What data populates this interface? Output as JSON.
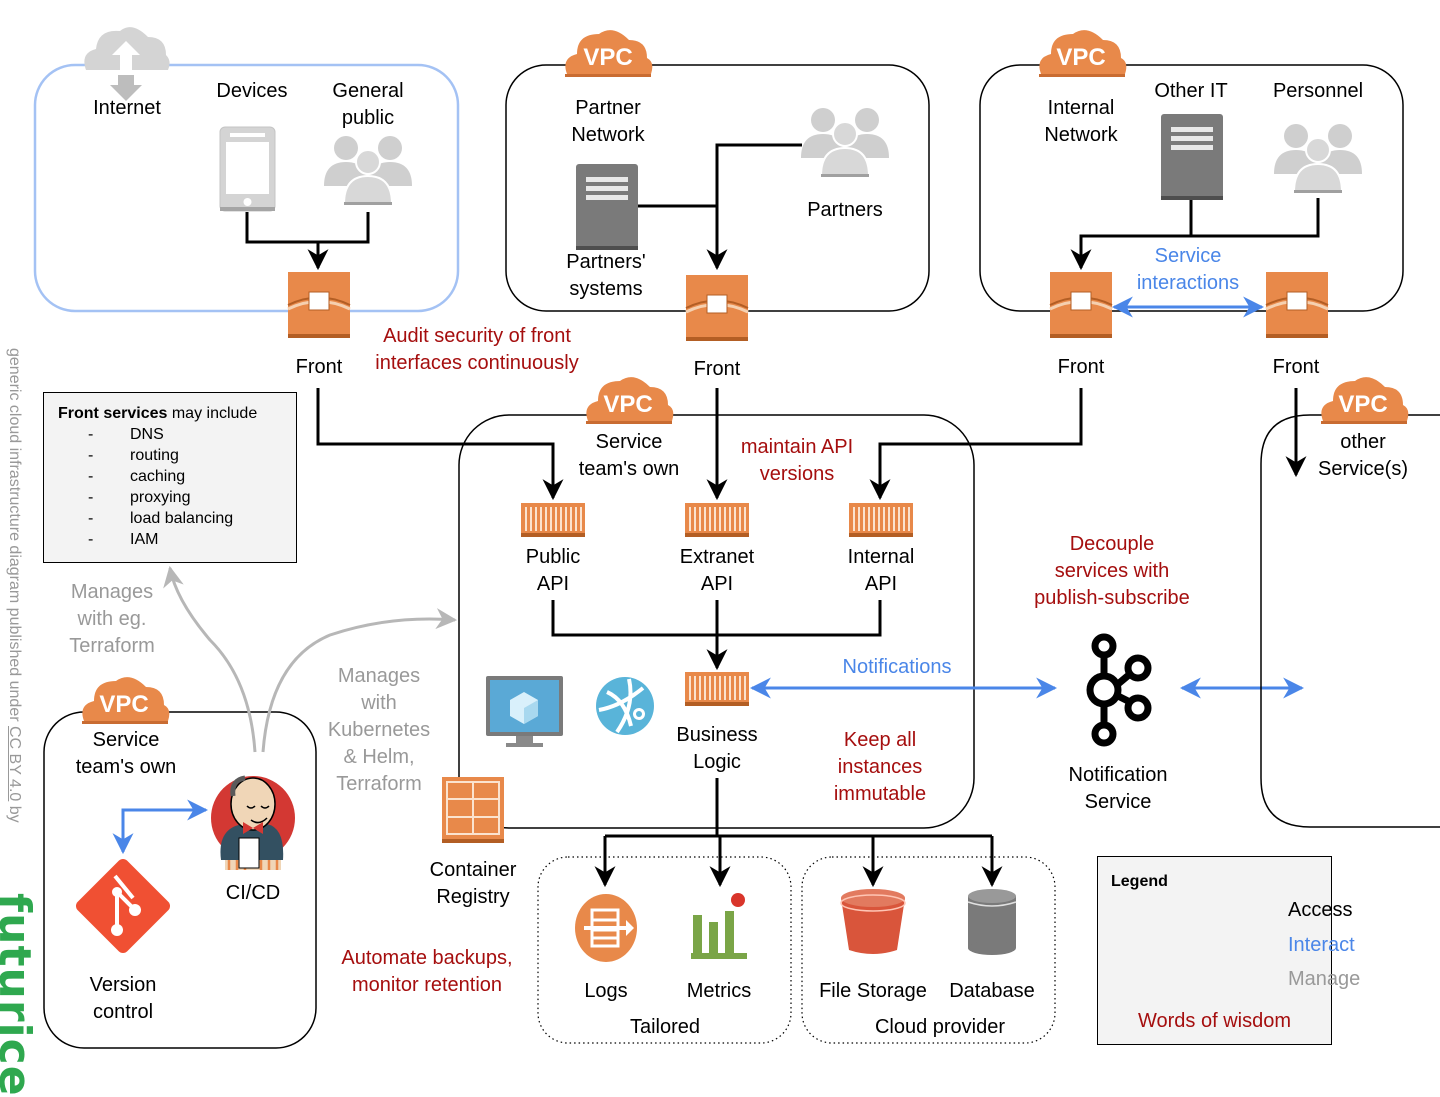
{
  "diagram_title": "generic cloud infrastructure diagram",
  "attribution": {
    "prefix": "generic cloud infrastructure diagram published under ",
    "license": "CC BY 4.0",
    "by": " by",
    "brand": "futurice"
  },
  "colors": {
    "access": "#000000",
    "interact": "#4a86e8",
    "manage": "#b7b7b7",
    "wisdom": "#a50e0e",
    "vpc": "#e8894a",
    "internet_box": "#a4c2f4",
    "brand": "#2fa84f"
  },
  "zones": {
    "internet": {
      "label": "Internet",
      "icon": "internet-cloud-icon",
      "devices_label": "Devices",
      "public_label": "General\npublic",
      "front_label": "Front"
    },
    "partner": {
      "vpc": "VPC",
      "label": "Partner\nNetwork",
      "systems_label": "Partners'\nsystems",
      "partners_label": "Partners",
      "front_label": "Front"
    },
    "internal": {
      "vpc": "VPC",
      "label": "Internal\nNetwork",
      "other_it_label": "Other IT",
      "personnel_label": "Personnel",
      "front_label": "Front",
      "front2_label": "Front",
      "interactions_label": "Service\ninteractions"
    },
    "service": {
      "vpc": "VPC",
      "label": "Service\nteam's own",
      "apis": [
        {
          "label": "Public\nAPI"
        },
        {
          "label": "Extranet\nAPI"
        },
        {
          "label": "Internal\nAPI"
        }
      ],
      "business_logic_label": "Business\nLogic",
      "notifications_label": "Notifications"
    },
    "other": {
      "vpc": "VPC",
      "label": "other\nService(s)"
    },
    "cicd_vpc": {
      "vpc": "VPC",
      "label": "Service\nteam's own",
      "cicd_label": "CI/CD",
      "vcs_label": "Version\ncontrol"
    }
  },
  "front_services_box": {
    "title_bold": "Front services",
    "title_rest": " may include",
    "items": [
      "DNS",
      "routing",
      "caching",
      "proxying",
      "load balancing",
      "IAM"
    ]
  },
  "annotations": {
    "manage_terraform": "Manages\nwith eg.\nTerraform",
    "manage_k8s": "Manages\nwith\nKubernetes\n& Helm,\nTerraform",
    "container_registry": "Container\nRegistry",
    "notification_service": "Notification\nService"
  },
  "storage": {
    "tailored": {
      "group_label": "Tailored",
      "logs_label": "Logs",
      "metrics_label": "Metrics"
    },
    "cloud": {
      "group_label": "Cloud provider",
      "file_storage_label": "File Storage",
      "database_label": "Database"
    }
  },
  "wisdom": {
    "audit": "Audit security of front\ninterfaces continuously",
    "api_versions": "maintain API\nversions",
    "immutable": "Keep all\ninstances\nimmutable",
    "decouple": "Decouple\nservices with\npublish-subscribe",
    "backups": "Automate backups,\nmonitor retention"
  },
  "legend": {
    "title": "Legend",
    "rows": [
      {
        "label": "Access",
        "style": "access"
      },
      {
        "label": "Interact",
        "style": "interact"
      },
      {
        "label": "Manage",
        "style": "manage"
      }
    ],
    "wisdom_label": "Words of wisdom"
  }
}
